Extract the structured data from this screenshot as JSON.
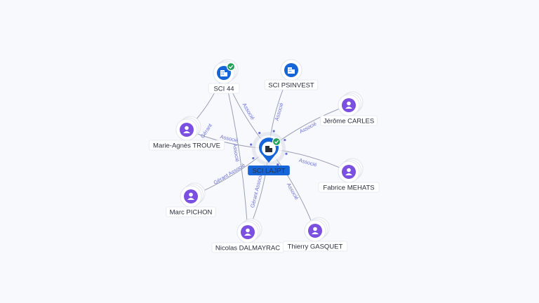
{
  "colors": {
    "company": "#1565d8",
    "person": "#7b4fe0",
    "person_bg": "#efe9fc",
    "verified": "#22a05a",
    "edge": "#9aa0b4",
    "edge_label": "#6a6fd6",
    "center_label_bg": "#1565d8"
  },
  "center": {
    "label": "SCI LAJPT",
    "icon": "building-icon",
    "verified": true
  },
  "companies": [
    {
      "id": "sci44",
      "label": "SCI 44",
      "icon": "building-icon",
      "verified": true
    },
    {
      "id": "psinvest",
      "label": "SCI PSINVEST",
      "icon": "building-icon",
      "verified": false
    }
  ],
  "people": [
    {
      "id": "carles",
      "label": "Jérôme CARLES",
      "icon": "person-icon"
    },
    {
      "id": "trouve",
      "label": "Marie-Agnès TROUVE",
      "icon": "person-icon"
    },
    {
      "id": "mehats",
      "label": "Fabrice MEHATS",
      "icon": "person-icon"
    },
    {
      "id": "pichon",
      "label": "Marc PICHON",
      "icon": "person-icon"
    },
    {
      "id": "dalmayrac",
      "label": "Nicolas DALMAYRAC",
      "icon": "person-icon"
    },
    {
      "id": "gasquet",
      "label": "Thierry GASQUET",
      "icon": "person-icon"
    }
  ],
  "edges": [
    {
      "from": "sci44",
      "to": "center",
      "label": "Associé"
    },
    {
      "from": "psinvest",
      "to": "center",
      "label": "Associé"
    },
    {
      "from": "carles",
      "to": "center",
      "label": "Associé"
    },
    {
      "from": "trouve",
      "to": "center",
      "label": "Associé"
    },
    {
      "from": "mehats",
      "to": "center",
      "label": "Associé"
    },
    {
      "from": "pichon",
      "to": "center",
      "label": "Gérant Associé"
    },
    {
      "from": "dalmayrac",
      "to": "center",
      "label": "Gérant Associé"
    },
    {
      "from": "gasquet",
      "to": "center",
      "label": "Associé"
    },
    {
      "from": "trouve",
      "to": "sci44",
      "label": "Gérant"
    },
    {
      "from": "dalmayrac",
      "to": "sci44",
      "label": "Associé"
    }
  ]
}
